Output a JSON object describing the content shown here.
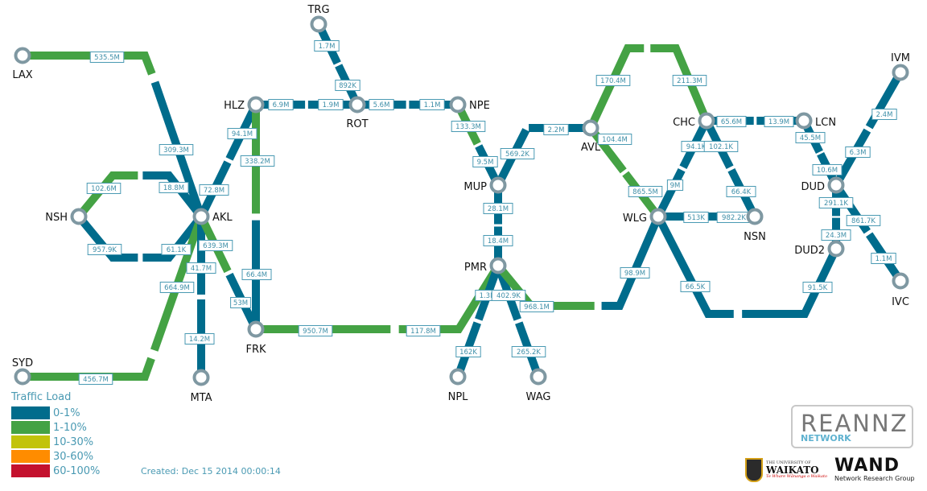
{
  "colors": {
    "0-1%": "#006c8c",
    "1-10%": "#44a244",
    "10-30%": "#c2c30b",
    "30-60%": "#ff8c00",
    "60-100%": "#c4112e",
    "node_ring": "#7f98a2",
    "label_border": "#4a9ab3"
  },
  "nodes": {
    "LAX": "LAX",
    "AKL": "AKL",
    "HLZ": "HLZ",
    "NSH": "NSH",
    "SYD": "SYD",
    "MTA": "MTA",
    "FRK": "FRK",
    "TRG": "TRG",
    "ROT": "ROT",
    "NPE": "NPE",
    "MUP": "MUP",
    "PMR": "PMR",
    "NPL": "NPL",
    "WAG": "WAG",
    "AVL": "AVL",
    "CHC": "CHC",
    "LCN": "LCN",
    "WLG": "WLG",
    "NSN": "NSN",
    "DUD": "DUD",
    "DUD2": "DUD2",
    "IVM": "IVM",
    "IVC": "IVC"
  },
  "links": [
    {
      "id": "LAX-AKL",
      "a": "LAX",
      "b": "AKL",
      "a_label": "535.5M",
      "b_label": "309.3M",
      "a_load": "1-10%",
      "b_load": "0-1%"
    },
    {
      "id": "NSH-AKL-1",
      "a": "NSH",
      "b": "AKL",
      "a_label": "102.6M",
      "b_label": "18.8M",
      "a_load": "1-10%",
      "b_load": "0-1%"
    },
    {
      "id": "NSH-AKL-2",
      "a": "NSH",
      "b": "AKL",
      "a_label": "957.9K",
      "b_label": "61.1K",
      "a_load": "0-1%",
      "b_load": "0-1%"
    },
    {
      "id": "SYD-AKL",
      "a": "SYD",
      "b": "AKL",
      "a_label": "456.7M",
      "b_label": "664.9M",
      "a_load": "1-10%",
      "b_load": "1-10%"
    },
    {
      "id": "AKL-MTA",
      "a": "AKL",
      "b": "MTA",
      "a_label": "41.7M",
      "b_label": "14.2M",
      "a_load": "0-1%",
      "b_load": "0-1%"
    },
    {
      "id": "AKL-FRK",
      "a": "AKL",
      "b": "FRK",
      "a_label": "639.3M",
      "b_label": "53M",
      "a_load": "1-10%",
      "b_load": "0-1%"
    },
    {
      "id": "AKL-HLZ",
      "a": "AKL",
      "b": "HLZ",
      "a_label": "72.8M",
      "b_label": "94.1M",
      "a_load": "0-1%",
      "b_load": "0-1%"
    },
    {
      "id": "HLZ-FRK",
      "a": "HLZ",
      "b": "FRK",
      "a_label": "338.2M",
      "b_label": "66.4M",
      "a_load": "1-10%",
      "b_load": "0-1%"
    },
    {
      "id": "HLZ-ROT",
      "a": "HLZ",
      "b": "ROT",
      "a_label": "6.9M",
      "b_label": "1.9M",
      "a_load": "0-1%",
      "b_load": "0-1%"
    },
    {
      "id": "TRG-ROT",
      "a": "TRG",
      "b": "ROT",
      "a_label": "1.7M",
      "b_label": "892K",
      "a_load": "0-1%",
      "b_load": "0-1%"
    },
    {
      "id": "ROT-NPE",
      "a": "ROT",
      "b": "NPE",
      "a_label": "5.6M",
      "b_label": "1.1M",
      "a_load": "0-1%",
      "b_load": "0-1%"
    },
    {
      "id": "FRK-PMR",
      "a": "FRK",
      "b": "PMR",
      "a_label": "950.7M",
      "b_label": "117.8M",
      "a_load": "1-10%",
      "b_load": "1-10%"
    },
    {
      "id": "NPE-MUP",
      "a": "NPE",
      "b": "MUP",
      "a_label": "133.3M",
      "b_label": "9.5M",
      "a_load": "1-10%",
      "b_load": "0-1%"
    },
    {
      "id": "MUP-AVL",
      "a": "MUP",
      "b": "AVL",
      "a_label": "569.2K",
      "b_label": "2.2M",
      "a_load": "0-1%",
      "b_load": "0-1%"
    },
    {
      "id": "MUP-PMR",
      "a": "MUP",
      "b": "PMR",
      "a_label": "28.1M",
      "b_label": "18.4M",
      "a_load": "0-1%",
      "b_load": "0-1%"
    },
    {
      "id": "PMR-NPL",
      "a": "PMR",
      "b": "NPL",
      "a_label": "1.3M",
      "b_label": "162K",
      "a_load": "0-1%",
      "b_load": "0-1%"
    },
    {
      "id": "PMR-WAG",
      "a": "PMR",
      "b": "WAG",
      "a_label": "402.9K",
      "b_label": "265.2K",
      "a_load": "0-1%",
      "b_load": "0-1%"
    },
    {
      "id": "PMR-WLG",
      "a": "PMR",
      "b": "WLG",
      "a_label": "968.1M",
      "b_label": "98.9M",
      "a_load": "1-10%",
      "b_load": "0-1%"
    },
    {
      "id": "AVL-WLG",
      "a": "AVL",
      "b": "WLG",
      "a_label": "104.4M",
      "b_label": "865.5M",
      "a_load": "1-10%",
      "b_load": "1-10%"
    },
    {
      "id": "AVL-CHC",
      "a": "AVL",
      "b": "CHC",
      "a_label": "170.4M",
      "b_label": "211.3M",
      "a_load": "1-10%",
      "b_load": "1-10%"
    },
    {
      "id": "CHC-WLG",
      "a": "CHC",
      "b": "WLG",
      "a_label": "94.1K",
      "b_label": "9M",
      "a_load": "0-1%",
      "b_load": "0-1%"
    },
    {
      "id": "CHC-NSN",
      "a": "CHC",
      "b": "NSN",
      "a_label": "102.1K",
      "b_label": "66.4K",
      "a_load": "0-1%",
      "b_load": "0-1%"
    },
    {
      "id": "WLG-NSN",
      "a": "WLG",
      "b": "NSN",
      "a_label": "513K",
      "b_label": "982.2K",
      "a_load": "0-1%",
      "b_load": "0-1%"
    },
    {
      "id": "CHC-LCN",
      "a": "CHC",
      "b": "LCN",
      "a_label": "65.6M",
      "b_label": "13.9M",
      "a_load": "0-1%",
      "b_load": "0-1%"
    },
    {
      "id": "WLG-DUD2",
      "a": "WLG",
      "b": "DUD2",
      "a_label": "66.5K",
      "b_label": "91.5K",
      "a_load": "0-1%",
      "b_load": "0-1%"
    },
    {
      "id": "LCN-DUD",
      "a": "LCN",
      "b": "DUD",
      "a_label": "45.5M",
      "b_label": "10.6M",
      "a_load": "0-1%",
      "b_load": "0-1%"
    },
    {
      "id": "DUD-IVM",
      "a": "DUD",
      "b": "IVM",
      "a_label": "6.3M",
      "b_label": "2.4M",
      "a_load": "0-1%",
      "b_load": "0-1%"
    },
    {
      "id": "DUD-DUD2",
      "a": "DUD",
      "b": "DUD2",
      "a_label": "291.1K",
      "b_label": "24.3M",
      "a_load": "0-1%",
      "b_load": "0-1%"
    },
    {
      "id": "DUD-IVC",
      "a": "DUD",
      "b": "IVC",
      "a_label": "861.7K",
      "b_label": "1.1M",
      "a_load": "0-1%",
      "b_load": "0-1%"
    }
  ],
  "legend": {
    "title": "Traffic Load",
    "items": [
      {
        "label": "0-1%",
        "color": "#006c8c"
      },
      {
        "label": "1-10%",
        "color": "#44a244"
      },
      {
        "label": "10-30%",
        "color": "#c2c30b"
      },
      {
        "label": "30-60%",
        "color": "#ff8c00"
      },
      {
        "label": "60-100%",
        "color": "#c4112e"
      }
    ]
  },
  "created": "Created: Dec 15 2014 00:00:14",
  "logos": {
    "reannz": "REANNZ",
    "reannz_sub": "NETWORK",
    "waikato_small": "THE UNIVERSITY OF",
    "waikato": "WAIKATO",
    "waikato_motto": "Te Whare Wānanga o Waikato",
    "wand": "WAND",
    "wand_sub": "Network Research Group"
  }
}
